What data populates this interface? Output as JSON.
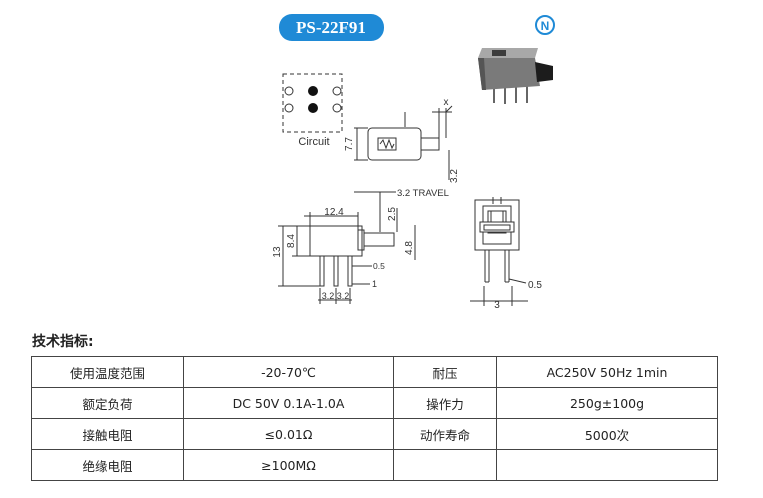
{
  "model": "PS-22F91",
  "brand_mark": "N",
  "circuit_label": "Circuit",
  "dimensions": {
    "x": "x",
    "d7_7": "7.7",
    "d3_2_top": "3.2",
    "travel": "3.2 TRAVEL",
    "d12_4": "12.4",
    "d2_5": "2.5",
    "d13": "13",
    "d8_4": "8.4",
    "d4_8": "4.8",
    "d0_5a": "0.5",
    "d1": "1",
    "d3_2_left": "3.2",
    "d3_2_right": "3.2",
    "d0_5b": "0.5",
    "d3": "3"
  },
  "spec": {
    "heading": "技术指标:",
    "rows": [
      {
        "label1": "使用温度范围",
        "value1": "-20-70℃",
        "label2": "耐压",
        "value2": "AC250V 50Hz 1min"
      },
      {
        "label1": "额定负荷",
        "value1": "DC 50V 0.1A-1.0A",
        "label2": "操作力",
        "value2": "250g±100g"
      },
      {
        "label1": "接触电阻",
        "value1": "≤0.01Ω",
        "label2": "动作寿命",
        "value2": "5000次"
      },
      {
        "label1": "绝缘电阻",
        "value1": "≥100MΩ",
        "label2": "",
        "value2": ""
      }
    ]
  },
  "colors": {
    "badge": "#1f8ad6",
    "ink": "#333333"
  }
}
